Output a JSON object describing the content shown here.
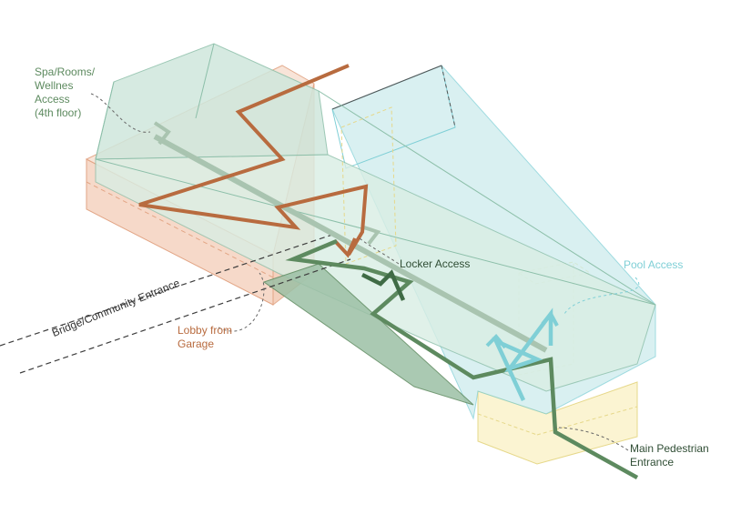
{
  "colors": {
    "green": "#5d8a5f",
    "rust": "#b86b3f",
    "cyan": "#7fcfd6",
    "dark": "#3d3d3d",
    "mint_fill": "#cfe7dc",
    "salmon_fill": "#f6d9c9",
    "yellow_fill": "#fbf4d2",
    "pool_fill": "#cdeced"
  },
  "labels": {
    "spa": "Spa/Rooms/\nWellnes\nAccess\n(4th floor)",
    "locker": "Locker Access",
    "pool": "Pool Access",
    "lobby": "Lobby from\nGarage",
    "main": "Main Pedestrian\nEntrance",
    "bridge": "Bridge/Community Entrance"
  }
}
